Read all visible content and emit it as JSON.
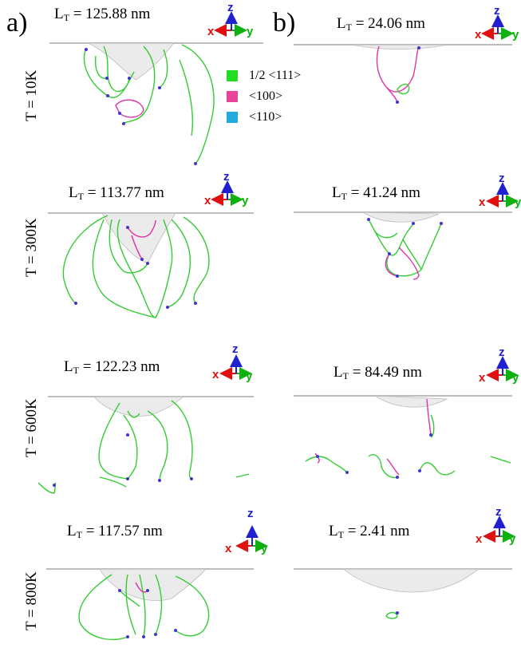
{
  "panel_labels": {
    "a": "a)",
    "b": "b)"
  },
  "temperatures": [
    "T = 10K",
    "T = 300K",
    "T = 600K",
    "T = 800K"
  ],
  "lengths": {
    "a": [
      "125.88 nm",
      "113.77 nm",
      "122.23 nm",
      "117.57 nm"
    ],
    "b": [
      "24.06 nm",
      "41.24 nm",
      "84.49 nm",
      "2.41 nm"
    ]
  },
  "length_prefix": "L",
  "length_subscript": "T",
  "length_eq": " = ",
  "axes": {
    "x": "x",
    "y": "y",
    "z": "z"
  },
  "legend": [
    {
      "label": "1/2 <111>",
      "color": "#22dd22"
    },
    {
      "label": "<100>",
      "color": "#e8449a"
    },
    {
      "label": "<110>",
      "color": "#22aadd"
    }
  ],
  "colors": {
    "line_111": "#33cc33",
    "line_100": "#dd33aa",
    "node": "#4433cc",
    "surface": "#bdbdbd",
    "axis_x": "#e01010",
    "axis_y": "#10b010",
    "axis_z": "#2020d0"
  }
}
